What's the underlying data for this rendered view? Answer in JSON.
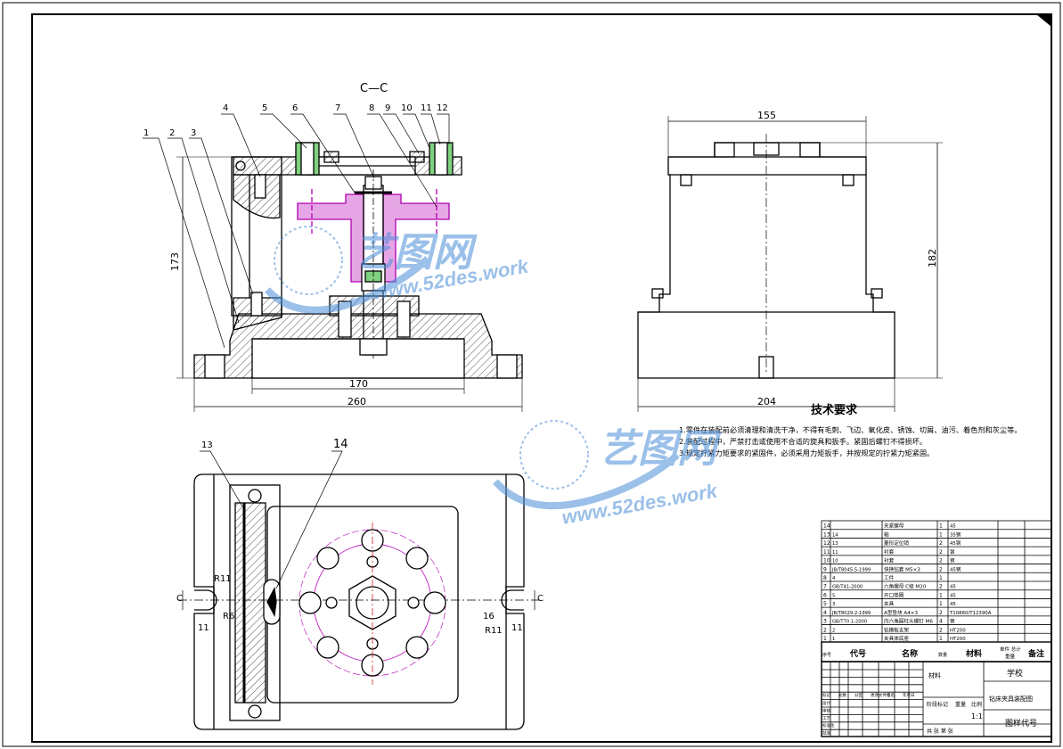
{
  "section_label": "C—C",
  "callouts": [
    "1",
    "2",
    "3",
    "4",
    "5",
    "6",
    "7",
    "8",
    "9",
    "10",
    "11",
    "12",
    "13",
    "14"
  ],
  "dimensions": {
    "front_height": "173",
    "front_inner_width": "170",
    "front_base_width": "260",
    "side_top_width": "155",
    "side_height": "182",
    "side_base_width": "204",
    "radius_left": "R11",
    "radius_right": "R11",
    "dim_left_11": "11",
    "dim_right_11": "11",
    "dim_left_small": "R6",
    "dim_right_small": "16",
    "section_mark_left": "C",
    "section_mark_right": "C"
  },
  "tech_requirements": {
    "title": "技术要求",
    "items": [
      "1.零件在装配前必须清理和清洗干净，不得有毛刺、飞边、氧化皮、锈蚀、切屑、油污、着色剂和灰尘等。",
      "2.装配过程中，严禁打击或使用不合适的旋具和扳手。紧固后螺钉不得损坏。",
      "3.规定拧紧力矩要求的紧固件，必须采用力矩扳手，并按规定的拧紧力矩紧固。"
    ]
  },
  "watermark": {
    "cn": "艺图网",
    "url": "www.52des.work"
  },
  "bom": {
    "rows": [
      [
        "14",
        "",
        "夹紧螺母",
        "1",
        "45"
      ],
      [
        "13",
        "14",
        "轴",
        "1",
        "35钢"
      ],
      [
        "12",
        "13",
        "菱形定位销",
        "2",
        "45钢"
      ],
      [
        "11",
        "11",
        "衬套",
        "2",
        "钢"
      ],
      [
        "10",
        "10",
        "衬套",
        "2",
        "钢"
      ],
      [
        "9",
        "JB/T8045.5-1999",
        "快换钻套 M5×3",
        "2",
        "45钢"
      ],
      [
        "8",
        "4",
        "工件",
        "1",
        ""
      ],
      [
        "7",
        "GB/T41-2000",
        "六角螺母 C级 M20",
        "2",
        "45"
      ],
      [
        "6",
        "5",
        "开口垫圈",
        "1",
        "45"
      ],
      [
        "5",
        "3",
        "夹具",
        "1",
        "45"
      ],
      [
        "4",
        "JB/T8029.2-1999",
        "A型垫块 A4×3",
        "2",
        "T10860/T12390A"
      ],
      [
        "3",
        "GB/T70.1-2000",
        "内六角圆柱头螺钉 M6",
        "4",
        "钢"
      ],
      [
        "2",
        "2",
        "钻模板支架",
        "2",
        "HT200"
      ],
      [
        "1",
        "1",
        "夹具体底座",
        "1",
        "HT200"
      ]
    ],
    "headers": [
      "序号",
      "代号",
      "名称",
      "数量",
      "材料",
      "单件 总计",
      "备注"
    ],
    "header_mass": "重量",
    "title_block": {
      "material": "材料",
      "school": "学校",
      "drawing_name": "钻床夹具装配图",
      "scale": "1:1",
      "drawing_no": "图样代号",
      "stage_mark": "阶段标记",
      "weight": "重量",
      "ratio": "比例",
      "sheets": "共  张  第  张",
      "rev_cols": [
        "标记",
        "处数",
        "分区",
        "更改文件号",
        "签名",
        "年月日"
      ],
      "roles": [
        "设计",
        "审核",
        "工艺",
        "标准化",
        "批准"
      ]
    }
  }
}
